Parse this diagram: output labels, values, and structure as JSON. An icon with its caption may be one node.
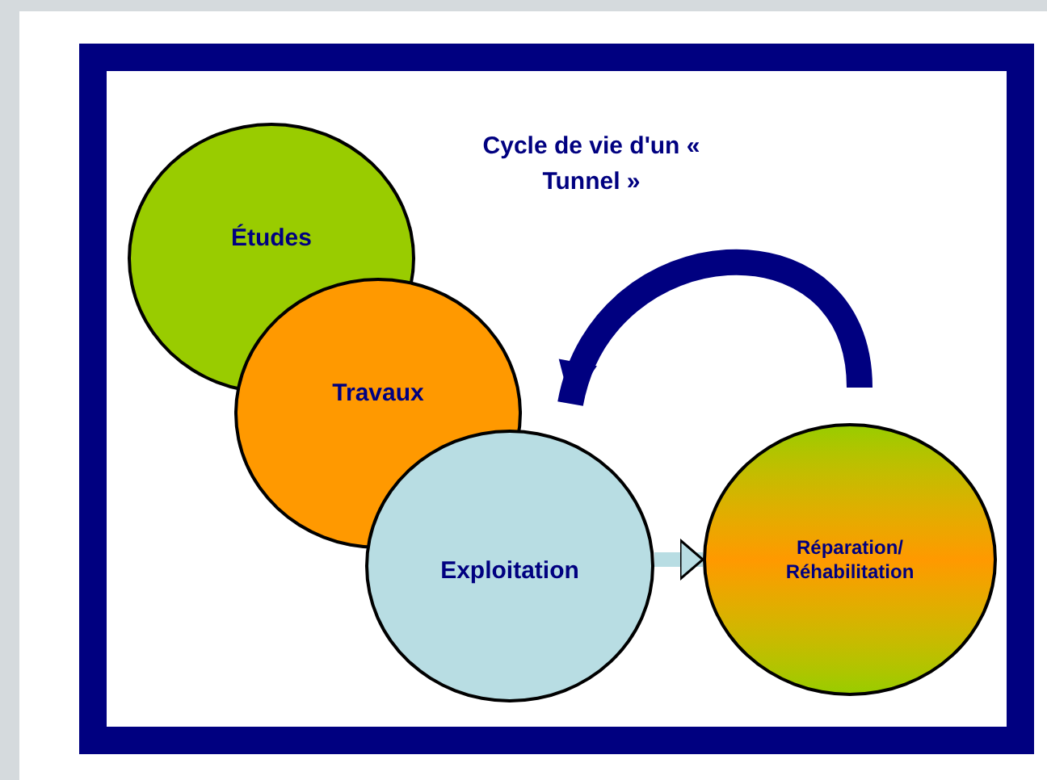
{
  "diagram": {
    "title": "Cycle de vie d'un « Tunnel »",
    "nodes": [
      {
        "text": [
          "Études"
        ]
      },
      {
        "text": [
          "Travaux"
        ]
      },
      {
        "text": [
          "Exploitation"
        ]
      },
      {
        "text": [
          "Réparation/ Réhabilitation"
        ]
      }
    ],
    "edges": [
      {
        "from": 2,
        "to": 3,
        "arrow": "to",
        "color": "#b8dde3"
      },
      {
        "from": 3,
        "to": 1,
        "arrow": "to",
        "color": "#000080"
      }
    ]
  }
}
